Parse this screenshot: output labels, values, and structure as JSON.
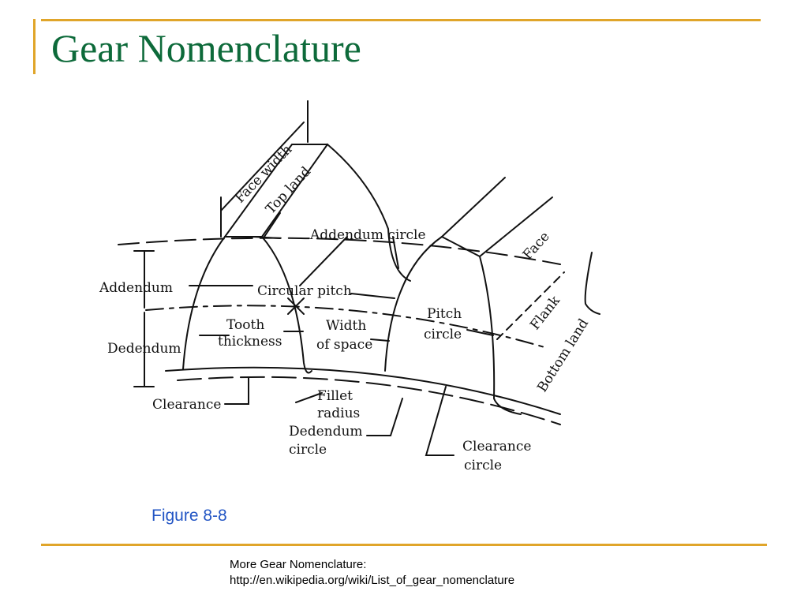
{
  "title": "Gear Nomenclature",
  "caption": "Figure 8-8",
  "footnote": {
    "line1": "More Gear Nomenclature:",
    "line2": "http://en.wikipedia.org/wiki/List_of_gear_nomenclature"
  },
  "colors": {
    "title": "#0d6a3a",
    "rule": "#e0a52a",
    "caption": "#2255c4"
  },
  "diagram": {
    "labels": {
      "face_width": "Face width",
      "top_land": "Top land",
      "addendum_circle": "Addendum circle",
      "face": "Face",
      "addendum": "Addendum",
      "circular_pitch": "Circular pitch",
      "pitch_circle_1": "Pitch",
      "pitch_circle_2": "circle",
      "flank": "Flank",
      "tooth_thickness_1": "Tooth",
      "tooth_thickness_2": "thickness",
      "width_space_1": "Width",
      "width_space_2": "of space",
      "dedendum": "Dedendum",
      "bottom_land": "Bottom land",
      "clearance": "Clearance",
      "fillet_radius_1": "Fillet",
      "fillet_radius_2": "radius",
      "dedendum_circle_1": "Dedendum",
      "dedendum_circle_2": "circle",
      "clearance_circle_1": "Clearance",
      "clearance_circle_2": "circle"
    }
  }
}
